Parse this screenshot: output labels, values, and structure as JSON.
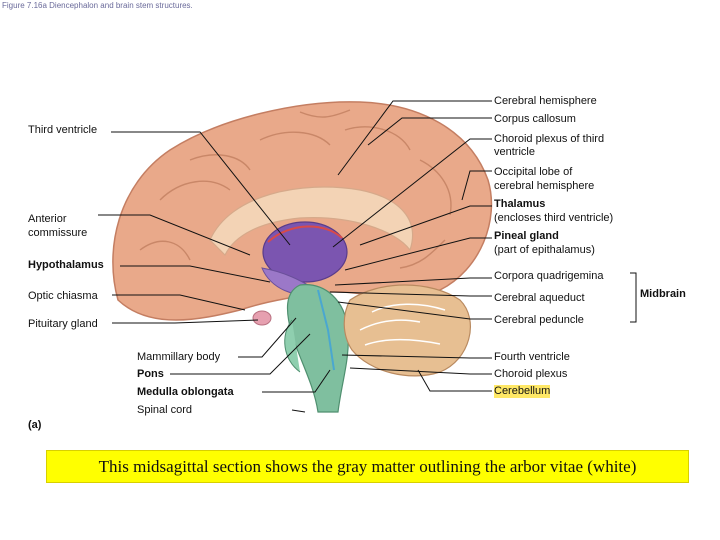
{
  "slide": {
    "title": "Figure 7.16a Diencephalon and brain stem structures."
  },
  "labels": {
    "cerebral_hemisphere": "Cerebral hemisphere",
    "corpus_callosum": "Corpus callosum",
    "third_ventricle": "Third ventricle",
    "choroid_third_1": "Choroid plexus of third",
    "choroid_third_2": "ventricle",
    "occipital_1": "Occipital lobe of",
    "occipital_2": "cerebral hemisphere",
    "thalamus": "Thalamus",
    "thalamus_note": "(encloses third ventricle)",
    "anterior_1": "Anterior",
    "anterior_2": "commissure",
    "pineal": "Pineal gland",
    "pineal_note": "(part of epithalamus)",
    "hypothalamus": "Hypothalamus",
    "corpora": "Corpora quadrigemina",
    "optic_chiasma": "Optic chiasma",
    "aqueduct": "Cerebral aqueduct",
    "midbrain": "Midbrain",
    "pituitary": "Pituitary gland",
    "peduncle": "Cerebral peduncle",
    "mammillary": "Mammillary body",
    "pons": "Pons",
    "medulla": "Medulla oblongata",
    "spinal_cord": "Spinal cord",
    "fourth_ventricle": "Fourth ventricle",
    "choroid_plexus": "Choroid plexus",
    "cerebellum": "Cerebellum",
    "panel_letter": "(a)"
  },
  "caption": "This midsagittal section shows the gray matter outlining the arbor vitae (white)",
  "colors": {
    "brain": "#e9a98a",
    "thalamus": "#7b55b0",
    "brainstem": "#7fbf9f",
    "cerebellum": "#e7bf92",
    "caption_bg": "#ffff00"
  }
}
